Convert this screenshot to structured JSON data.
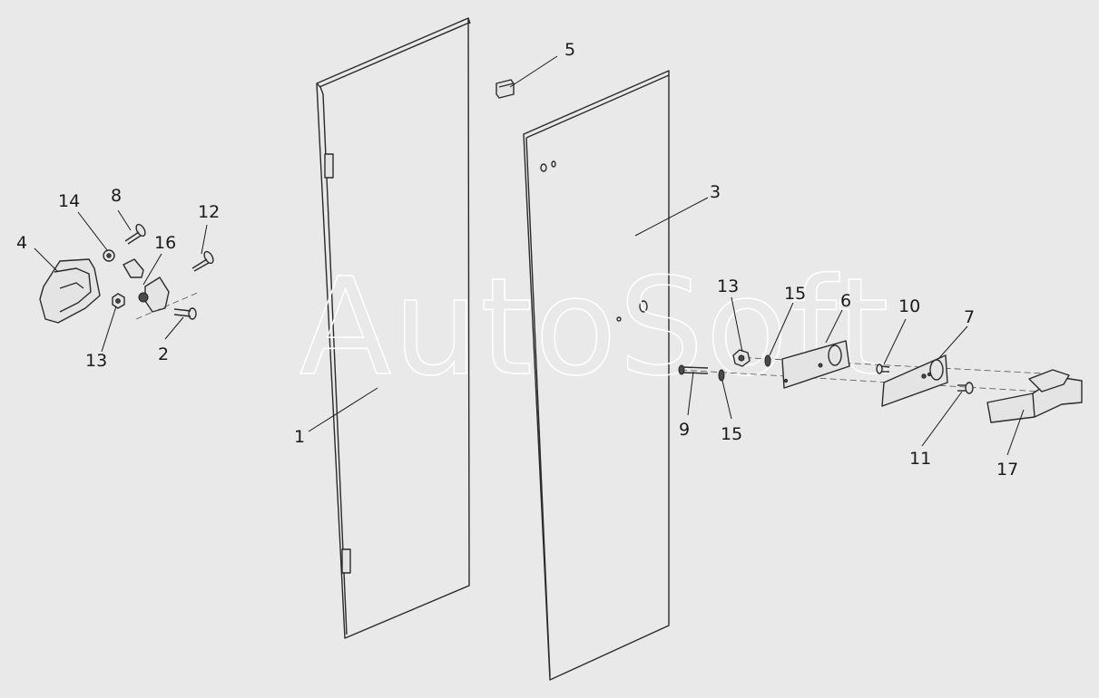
{
  "diagram": {
    "watermark": "AutoSoft",
    "callouts": [
      {
        "id": "c1",
        "label": "1"
      },
      {
        "id": "c2",
        "label": "2"
      },
      {
        "id": "c3",
        "label": "3"
      },
      {
        "id": "c4",
        "label": "4"
      },
      {
        "id": "c5",
        "label": "5"
      },
      {
        "id": "c6",
        "label": "6"
      },
      {
        "id": "c7",
        "label": "7"
      },
      {
        "id": "c8",
        "label": "8"
      },
      {
        "id": "c9",
        "label": "9"
      },
      {
        "id": "c10",
        "label": "10"
      },
      {
        "id": "c11",
        "label": "11"
      },
      {
        "id": "c12",
        "label": "12"
      },
      {
        "id": "c13a",
        "label": "13"
      },
      {
        "id": "c13b",
        "label": "13"
      },
      {
        "id": "c14",
        "label": "14"
      },
      {
        "id": "c15a",
        "label": "15"
      },
      {
        "id": "c15b",
        "label": "15"
      },
      {
        "id": "c16",
        "label": "16"
      },
      {
        "id": "c17",
        "label": "17"
      }
    ]
  }
}
